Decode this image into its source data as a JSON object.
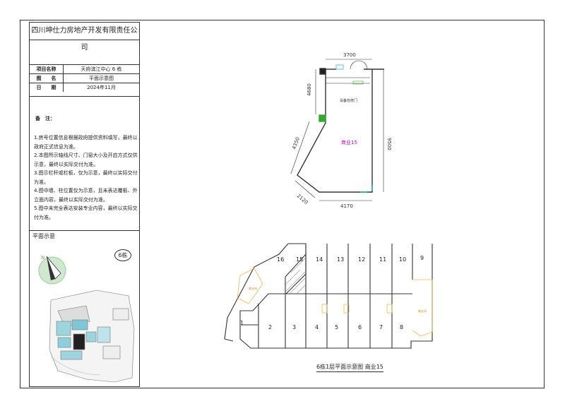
{
  "title_block": {
    "company": "四川坤仕力房地产开发有限责任公司",
    "rows": [
      {
        "key": "项目名称",
        "value": "天府滨江中心 6 栋"
      },
      {
        "key": "图　　名",
        "value": "平面示意图"
      },
      {
        "key": "日　　期",
        "value": "2024年11月"
      }
    ]
  },
  "notes": {
    "title": "备　注：",
    "items": [
      "1.房号位置信息根据政府提供资料填写，最终以政府正式信息为准。",
      "2.本图所示轴线尺寸、门窗大小及开启方式仅供示意，最终以实际交付为准。",
      "3.图示栏杆或栏板，仅为示意，最终以实际交付为准。",
      "4.图中墙、柱位置仅为示意，且未表达覆板、外立面内容，最终以实际交付为准。",
      "5.图中未完全表达安装专业内容，最终以实际交付为准。"
    ]
  },
  "site_plan": {
    "label": "平面示意",
    "building_badge": "6栋",
    "north_label": "N"
  },
  "unit_plan": {
    "dim_top": "3700",
    "dim_right": "9500",
    "dim_left_upper": "4680",
    "dim_left_lower": "4350",
    "dim_bottom_left": "2120",
    "dim_bottom": "4170",
    "unit_label": "商业15",
    "door_label": "设备检修门"
  },
  "floor_plan": {
    "units": [
      "16",
      "15",
      "14",
      "13",
      "12",
      "11",
      "10",
      "9",
      "1",
      "2",
      "3",
      "4",
      "5",
      "6",
      "7",
      "8"
    ],
    "caption": "6栋1层平面示意图  商业15"
  },
  "colors": {
    "line": "#333333",
    "unit_label": "#c000c0",
    "green": "#33aa33",
    "cyan": "#2fb6c9",
    "orange": "#f5b54a"
  }
}
